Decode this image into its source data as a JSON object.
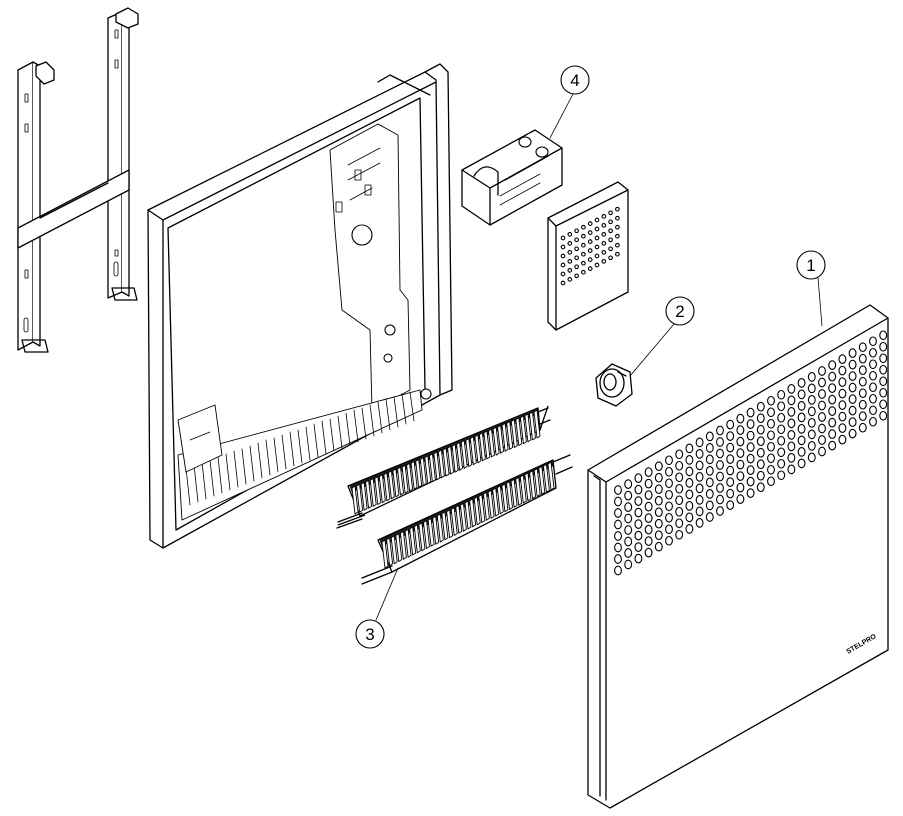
{
  "callouts": [
    {
      "number": "1",
      "part": "front-grille-panel"
    },
    {
      "number": "2",
      "part": "thermostat-knob"
    },
    {
      "number": "3",
      "part": "heating-element"
    },
    {
      "number": "4",
      "part": "control-housing"
    }
  ],
  "brand_mark": "STELPRO"
}
